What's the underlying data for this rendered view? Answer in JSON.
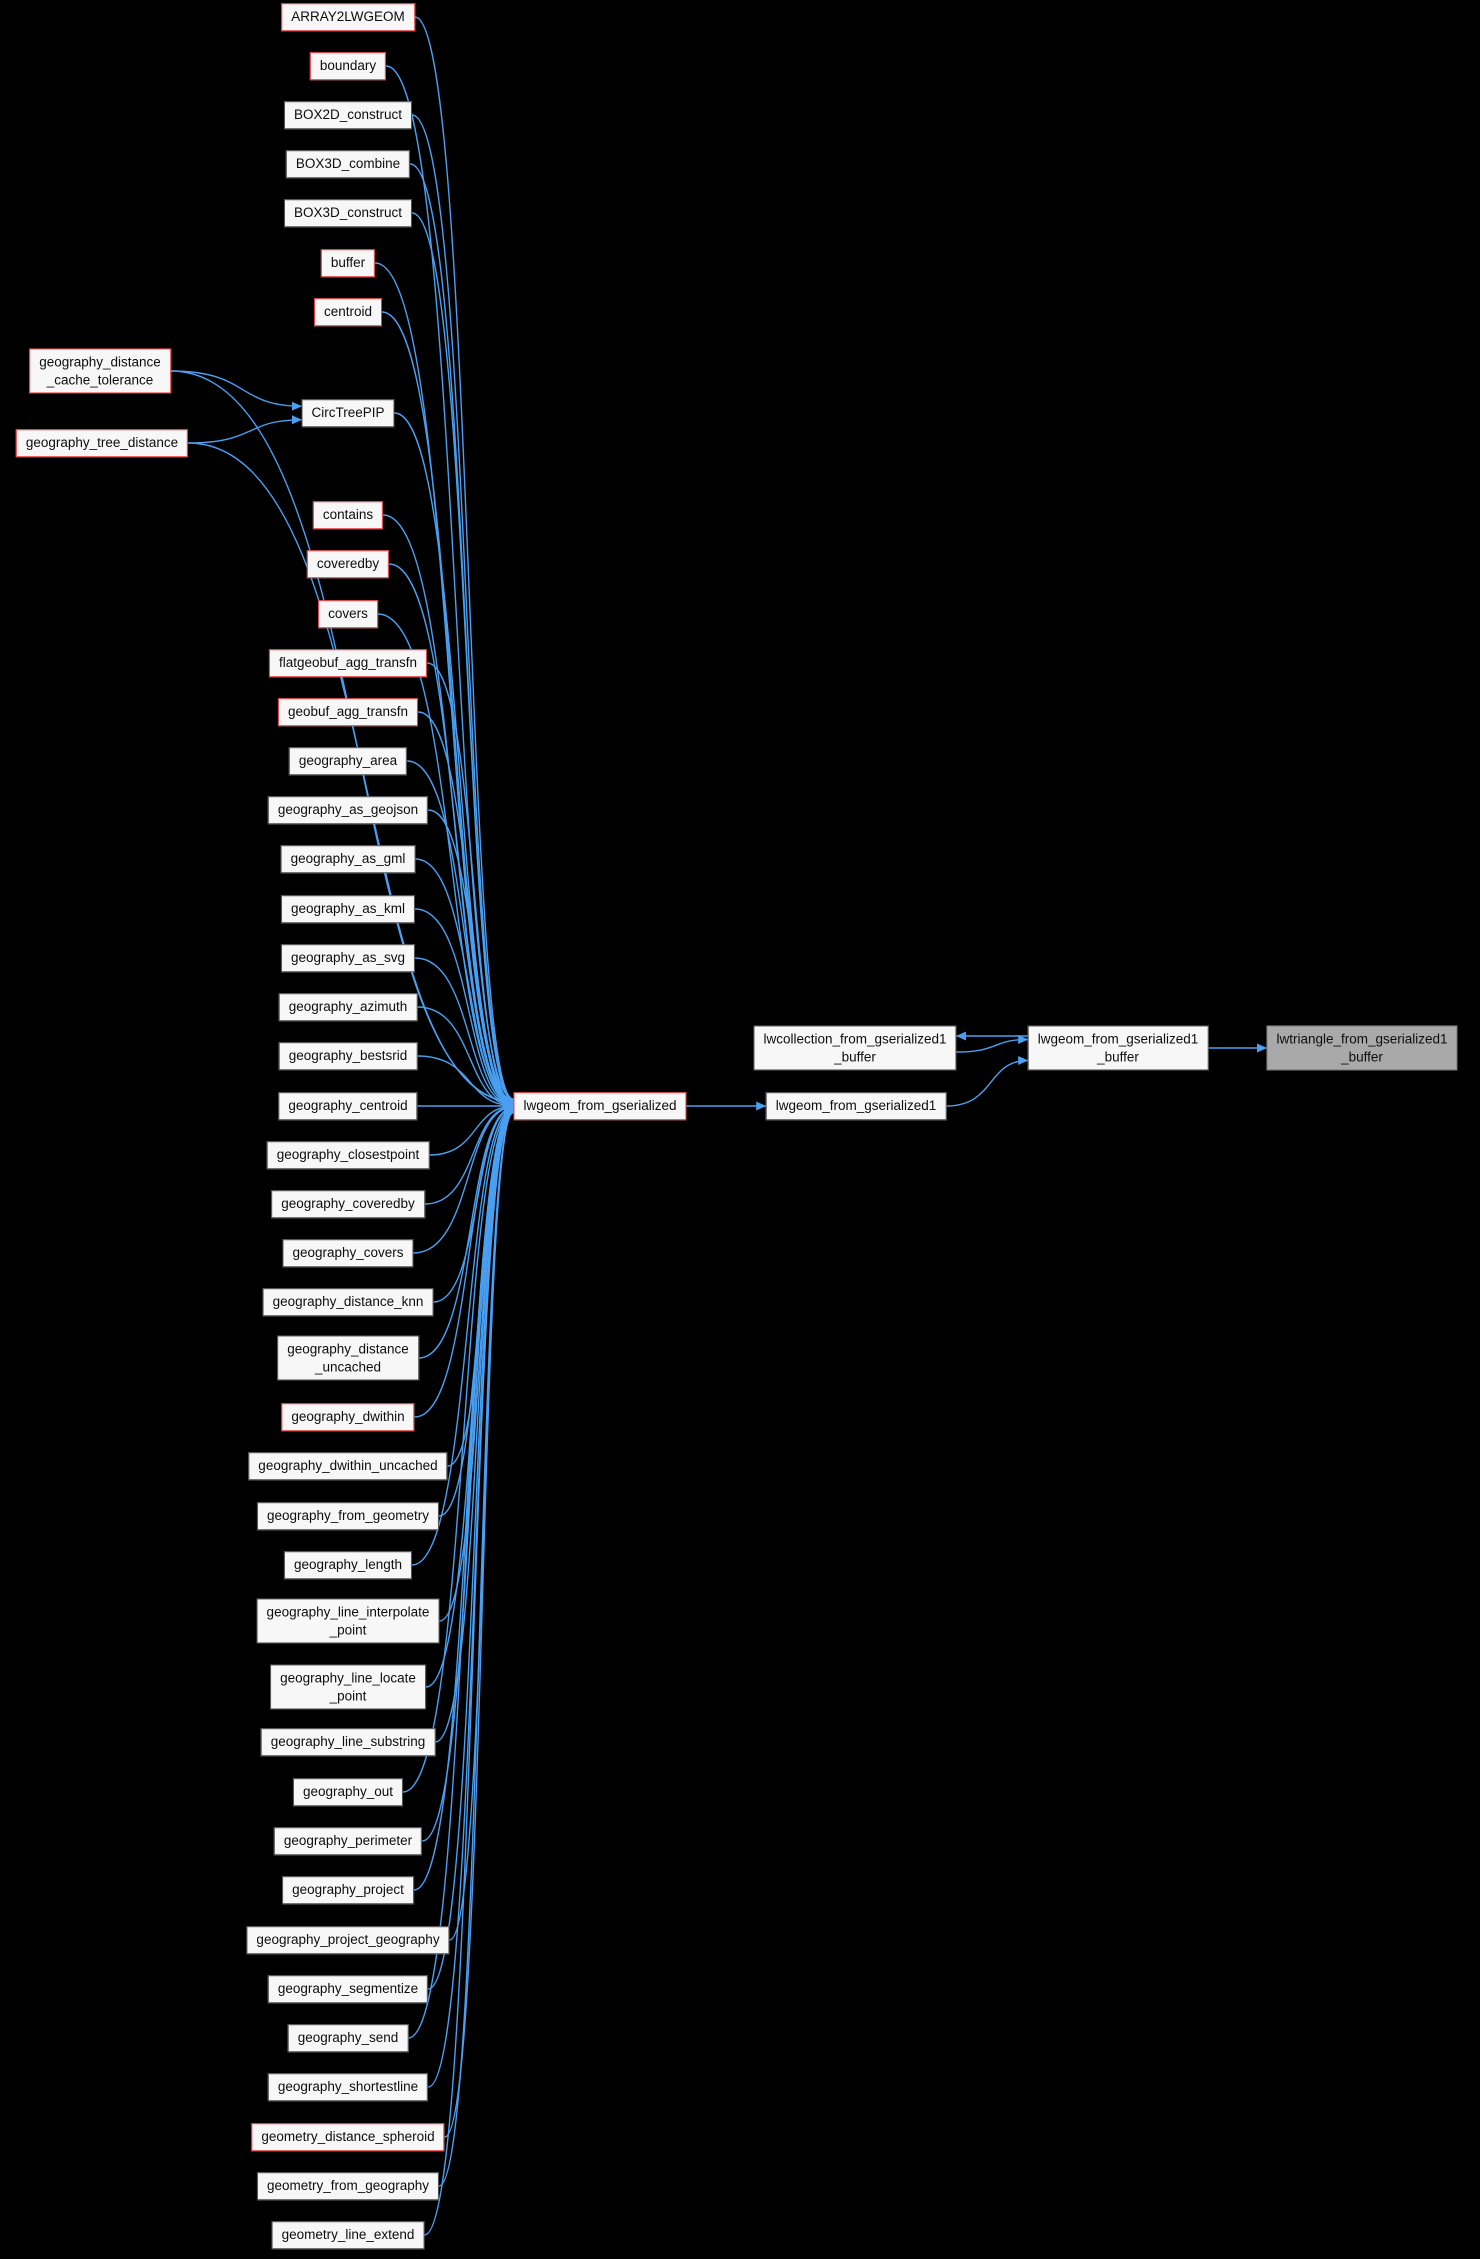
{
  "graph": {
    "type": "caller-graph",
    "background": "#000000",
    "edge_color": "#4a9ff0",
    "node_fill": "#f7f7f7",
    "node_border": "#4d4d4d",
    "truncated_node_border": "#e23b3b",
    "current_node_fill": "#a9a9a9",
    "nodes": {
      "array2lwgeom": {
        "label": "ARRAY2LWGEOM",
        "style": "red"
      },
      "boundary": {
        "label": "boundary",
        "style": "red"
      },
      "box2d_construct": {
        "label": "BOX2D_construct",
        "style": "plain"
      },
      "box3d_combine": {
        "label": "BOX3D_combine",
        "style": "plain"
      },
      "box3d_construct": {
        "label": "BOX3D_construct",
        "style": "plain"
      },
      "buffer": {
        "label": "buffer",
        "style": "red"
      },
      "centroid": {
        "label": "centroid",
        "style": "red"
      },
      "geography_distance_cache_tolerance": {
        "label": "geography_distance\n_cache_tolerance",
        "style": "red"
      },
      "circtreepip": {
        "label": "CircTreePIP",
        "style": "plain"
      },
      "geography_tree_distance": {
        "label": "geography_tree_distance",
        "style": "red"
      },
      "contains": {
        "label": "contains",
        "style": "red"
      },
      "coveredby": {
        "label": "coveredby",
        "style": "red"
      },
      "covers": {
        "label": "covers",
        "style": "red"
      },
      "flatgeobuf_agg_transfn": {
        "label": "flatgeobuf_agg_transfn",
        "style": "red"
      },
      "geobuf_agg_transfn": {
        "label": "geobuf_agg_transfn",
        "style": "red"
      },
      "geography_area": {
        "label": "geography_area",
        "style": "plain"
      },
      "geography_as_geojson": {
        "label": "geography_as_geojson",
        "style": "plain"
      },
      "geography_as_gml": {
        "label": "geography_as_gml",
        "style": "plain"
      },
      "geography_as_kml": {
        "label": "geography_as_kml",
        "style": "plain"
      },
      "geography_as_svg": {
        "label": "geography_as_svg",
        "style": "plain"
      },
      "geography_azimuth": {
        "label": "geography_azimuth",
        "style": "plain"
      },
      "geography_bestsrid": {
        "label": "geography_bestsrid",
        "style": "plain"
      },
      "geography_centroid": {
        "label": "geography_centroid",
        "style": "plain"
      },
      "geography_closestpoint": {
        "label": "geography_closestpoint",
        "style": "plain"
      },
      "geography_coveredby": {
        "label": "geography_coveredby",
        "style": "plain"
      },
      "geography_covers": {
        "label": "geography_covers",
        "style": "plain"
      },
      "geography_distance_knn": {
        "label": "geography_distance_knn",
        "style": "plain"
      },
      "geography_distance_uncached": {
        "label": "geography_distance\n_uncached",
        "style": "plain"
      },
      "geography_dwithin": {
        "label": "geography_dwithin",
        "style": "red"
      },
      "geography_dwithin_uncached": {
        "label": "geography_dwithin_uncached",
        "style": "plain"
      },
      "geography_from_geometry": {
        "label": "geography_from_geometry",
        "style": "plain"
      },
      "geography_length": {
        "label": "geography_length",
        "style": "plain"
      },
      "geography_line_interpolate_point": {
        "label": "geography_line_interpolate\n_point",
        "style": "plain"
      },
      "geography_line_locate_point": {
        "label": "geography_line_locate\n_point",
        "style": "plain"
      },
      "geography_line_substring": {
        "label": "geography_line_substring",
        "style": "plain"
      },
      "geography_out": {
        "label": "geography_out",
        "style": "plain"
      },
      "geography_perimeter": {
        "label": "geography_perimeter",
        "style": "plain"
      },
      "geography_project": {
        "label": "geography_project",
        "style": "plain"
      },
      "geography_project_geography": {
        "label": "geography_project_geography",
        "style": "plain"
      },
      "geography_segmentize": {
        "label": "geography_segmentize",
        "style": "plain"
      },
      "geography_send": {
        "label": "geography_send",
        "style": "plain"
      },
      "geography_shortestline": {
        "label": "geography_shortestline",
        "style": "plain"
      },
      "geometry_distance_spheroid": {
        "label": "geometry_distance_spheroid",
        "style": "red"
      },
      "geometry_from_geography": {
        "label": "geometry_from_geography",
        "style": "plain"
      },
      "geometry_line_extend": {
        "label": "geometry_line_extend",
        "style": "plain"
      },
      "lwgeom_from_gserialized": {
        "label": "lwgeom_from_gserialized",
        "style": "hub"
      },
      "lwgeom_from_gserialized1": {
        "label": "lwgeom_from_gserialized1",
        "style": "plain"
      },
      "lwcollection_from_gserialized1_buffer": {
        "label": "lwcollection_from_gserialized1\n_buffer",
        "style": "plain"
      },
      "lwgeom_from_gserialized1_buffer": {
        "label": "lwgeom_from_gserialized1\n_buffer",
        "style": "plain"
      },
      "lwtriangle_from_gserialized1_buffer": {
        "label": "lwtriangle_from_gserialized1\n_buffer",
        "style": "gray"
      }
    },
    "edges": [
      {
        "from": "array2lwgeom",
        "to": "lwgeom_from_gserialized"
      },
      {
        "from": "boundary",
        "to": "lwgeom_from_gserialized"
      },
      {
        "from": "box2d_construct",
        "to": "lwgeom_from_gserialized"
      },
      {
        "from": "box3d_combine",
        "to": "lwgeom_from_gserialized"
      },
      {
        "from": "box3d_construct",
        "to": "lwgeom_from_gserialized"
      },
      {
        "from": "buffer",
        "to": "lwgeom_from_gserialized"
      },
      {
        "from": "centroid",
        "to": "lwgeom_from_gserialized"
      },
      {
        "from": "geography_distance_cache_tolerance",
        "to": "circtreepip"
      },
      {
        "from": "geography_distance_cache_tolerance",
        "to": "lwgeom_from_gserialized"
      },
      {
        "from": "circtreepip",
        "to": "lwgeom_from_gserialized"
      },
      {
        "from": "geography_tree_distance",
        "to": "circtreepip"
      },
      {
        "from": "geography_tree_distance",
        "to": "lwgeom_from_gserialized"
      },
      {
        "from": "contains",
        "to": "lwgeom_from_gserialized"
      },
      {
        "from": "coveredby",
        "to": "lwgeom_from_gserialized"
      },
      {
        "from": "covers",
        "to": "lwgeom_from_gserialized"
      },
      {
        "from": "flatgeobuf_agg_transfn",
        "to": "lwgeom_from_gserialized"
      },
      {
        "from": "geobuf_agg_transfn",
        "to": "lwgeom_from_gserialized"
      },
      {
        "from": "geography_area",
        "to": "lwgeom_from_gserialized"
      },
      {
        "from": "geography_as_geojson",
        "to": "lwgeom_from_gserialized"
      },
      {
        "from": "geography_as_gml",
        "to": "lwgeom_from_gserialized"
      },
      {
        "from": "geography_as_kml",
        "to": "lwgeom_from_gserialized"
      },
      {
        "from": "geography_as_svg",
        "to": "lwgeom_from_gserialized"
      },
      {
        "from": "geography_azimuth",
        "to": "lwgeom_from_gserialized"
      },
      {
        "from": "geography_bestsrid",
        "to": "lwgeom_from_gserialized"
      },
      {
        "from": "geography_centroid",
        "to": "lwgeom_from_gserialized"
      },
      {
        "from": "geography_closestpoint",
        "to": "lwgeom_from_gserialized"
      },
      {
        "from": "geography_coveredby",
        "to": "lwgeom_from_gserialized"
      },
      {
        "from": "geography_covers",
        "to": "lwgeom_from_gserialized"
      },
      {
        "from": "geography_distance_knn",
        "to": "lwgeom_from_gserialized"
      },
      {
        "from": "geography_distance_uncached",
        "to": "lwgeom_from_gserialized"
      },
      {
        "from": "geography_dwithin",
        "to": "lwgeom_from_gserialized"
      },
      {
        "from": "geography_dwithin_uncached",
        "to": "lwgeom_from_gserialized"
      },
      {
        "from": "geography_from_geometry",
        "to": "lwgeom_from_gserialized"
      },
      {
        "from": "geography_length",
        "to": "lwgeom_from_gserialized"
      },
      {
        "from": "geography_line_interpolate_point",
        "to": "lwgeom_from_gserialized"
      },
      {
        "from": "geography_line_locate_point",
        "to": "lwgeom_from_gserialized"
      },
      {
        "from": "geography_line_substring",
        "to": "lwgeom_from_gserialized"
      },
      {
        "from": "geography_out",
        "to": "lwgeom_from_gserialized"
      },
      {
        "from": "geography_perimeter",
        "to": "lwgeom_from_gserialized"
      },
      {
        "from": "geography_project",
        "to": "lwgeom_from_gserialized"
      },
      {
        "from": "geography_project_geography",
        "to": "lwgeom_from_gserialized"
      },
      {
        "from": "geography_segmentize",
        "to": "lwgeom_from_gserialized"
      },
      {
        "from": "geography_send",
        "to": "lwgeom_from_gserialized"
      },
      {
        "from": "geography_shortestline",
        "to": "lwgeom_from_gserialized"
      },
      {
        "from": "geometry_distance_spheroid",
        "to": "lwgeom_from_gserialized"
      },
      {
        "from": "geometry_from_geography",
        "to": "lwgeom_from_gserialized"
      },
      {
        "from": "geometry_line_extend",
        "to": "lwgeom_from_gserialized"
      },
      {
        "from": "lwgeom_from_gserialized",
        "to": "lwgeom_from_gserialized1"
      },
      {
        "from": "lwgeom_from_gserialized1",
        "to": "lwgeom_from_gserialized1_buffer",
        "tdy": -3
      },
      {
        "from": "lwcollection_from_gserialized1_buffer",
        "to": "lwgeom_from_gserialized1_buffer",
        "sdy": 4,
        "tdy": 7
      },
      {
        "from": "lwgeom_from_gserialized1_buffer",
        "to": "lwcollection_from_gserialized1_buffer",
        "sdy": -12,
        "tdy": -12
      },
      {
        "from": "lwgeom_from_gserialized1_buffer",
        "to": "lwtriangle_from_gserialized1_buffer"
      }
    ]
  }
}
